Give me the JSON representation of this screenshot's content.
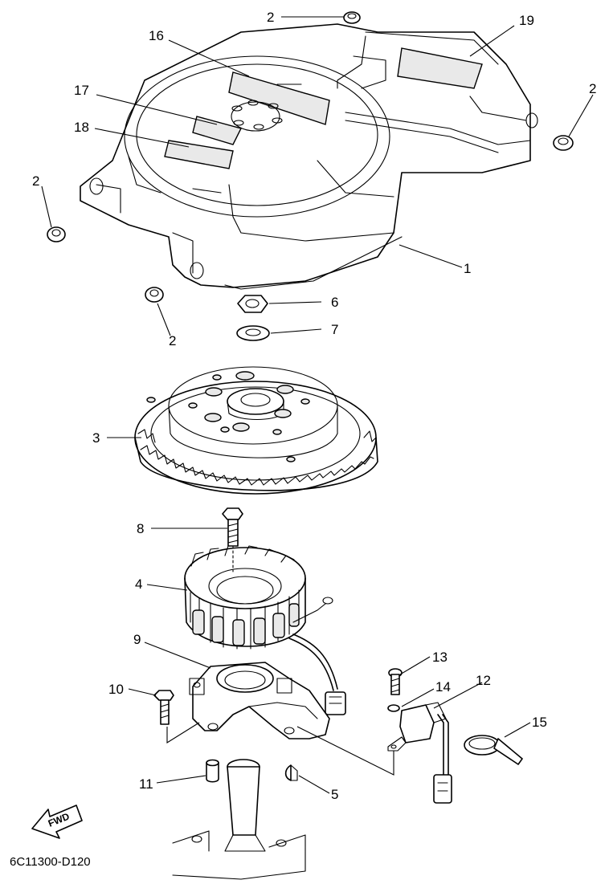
{
  "diagram": {
    "drawing_code": "6C11300-D120",
    "fwd_label": "FWD",
    "callouts": [
      {
        "id": "c2a",
        "text": "2"
      },
      {
        "id": "c16",
        "text": "16"
      },
      {
        "id": "c19",
        "text": "19"
      },
      {
        "id": "c2b",
        "text": "2"
      },
      {
        "id": "c17",
        "text": "17"
      },
      {
        "id": "c18",
        "text": "18"
      },
      {
        "id": "c2c",
        "text": "2"
      },
      {
        "id": "c1",
        "text": "1"
      },
      {
        "id": "c6",
        "text": "6"
      },
      {
        "id": "c7",
        "text": "7"
      },
      {
        "id": "c2d",
        "text": "2"
      },
      {
        "id": "c3",
        "text": "3"
      },
      {
        "id": "c8",
        "text": "8"
      },
      {
        "id": "c4",
        "text": "4"
      },
      {
        "id": "c9",
        "text": "9"
      },
      {
        "id": "c13",
        "text": "13"
      },
      {
        "id": "c10",
        "text": "10"
      },
      {
        "id": "c14",
        "text": "14"
      },
      {
        "id": "c12",
        "text": "12"
      },
      {
        "id": "c15",
        "text": "15"
      },
      {
        "id": "c11",
        "text": "11"
      },
      {
        "id": "c5",
        "text": "5"
      }
    ]
  }
}
